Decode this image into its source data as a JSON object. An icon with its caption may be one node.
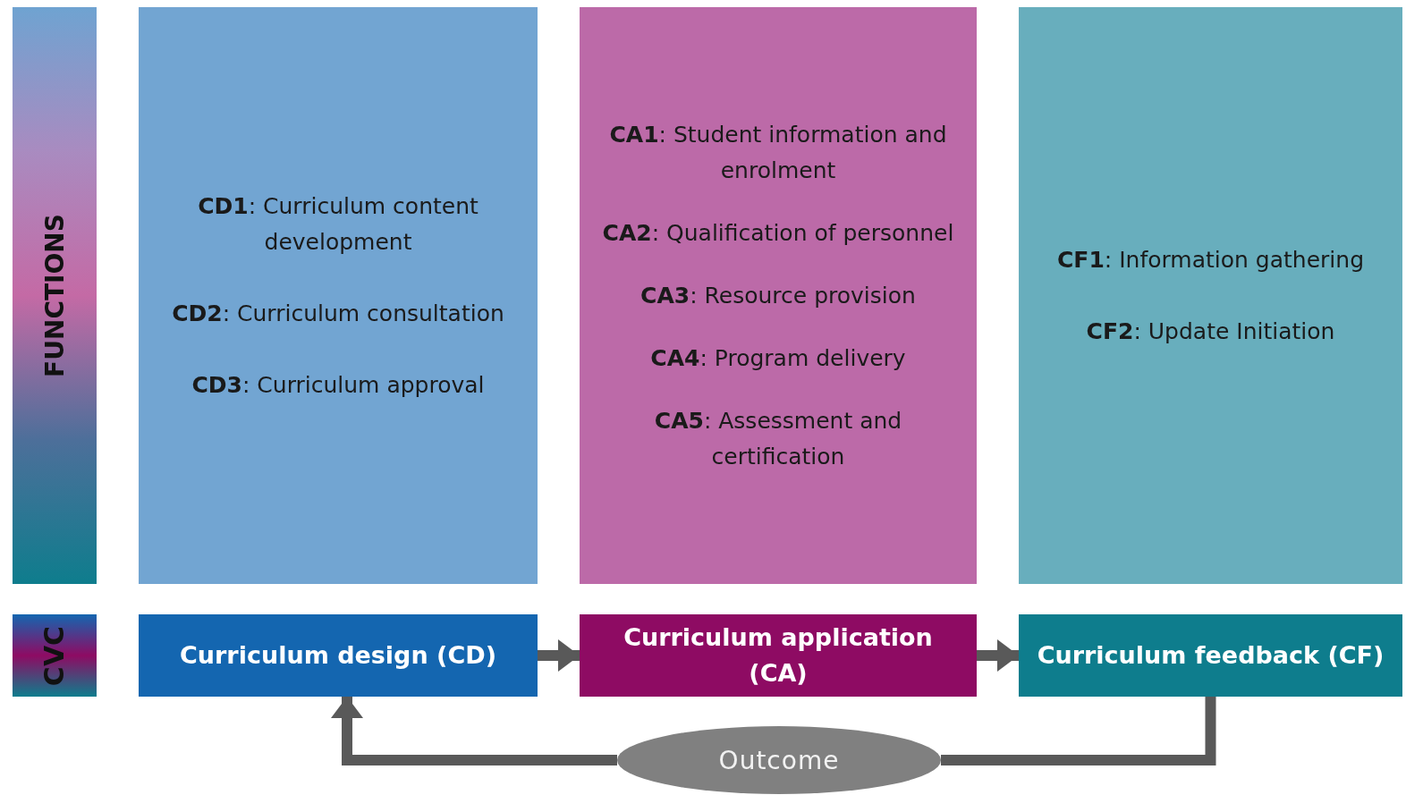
{
  "diagram": {
    "nodes": [
      {
        "text": [
          "FUNCTIONS"
        ]
      },
      {
        "text": [
          "**CD1**: Curriculum content development",
          "**CD2**: Curriculum consultation",
          "**CD3**: Curriculum approval"
        ]
      },
      {
        "text": [
          "**CA1**: Student information and enrolment",
          "**CA2**: Qualification of personnel",
          "**CA3**: Resource provision",
          "**CA4**: Program delivery",
          "**CA5**: Assessment and certification"
        ]
      },
      {
        "text": [
          "**CF1**: Information gathering",
          "**CF2**: Update Initiation"
        ]
      },
      {
        "text": [
          "CVC"
        ]
      },
      {
        "text": [
          "Curriculum design (CD)"
        ]
      },
      {
        "text": [
          "Curriculum application (CA)"
        ]
      },
      {
        "text": [
          "Curriculum feedback (CF)"
        ]
      },
      {
        "text": [
          "Outcome"
        ]
      }
    ],
    "edges": [
      {
        "from": 5,
        "to": 6,
        "arrow": "to"
      },
      {
        "from": 6,
        "to": 7,
        "arrow": "to"
      },
      {
        "from": 7,
        "to": 8,
        "arrow": "none"
      },
      {
        "from": 8,
        "to": 5,
        "arrow": "to"
      }
    ]
  }
}
